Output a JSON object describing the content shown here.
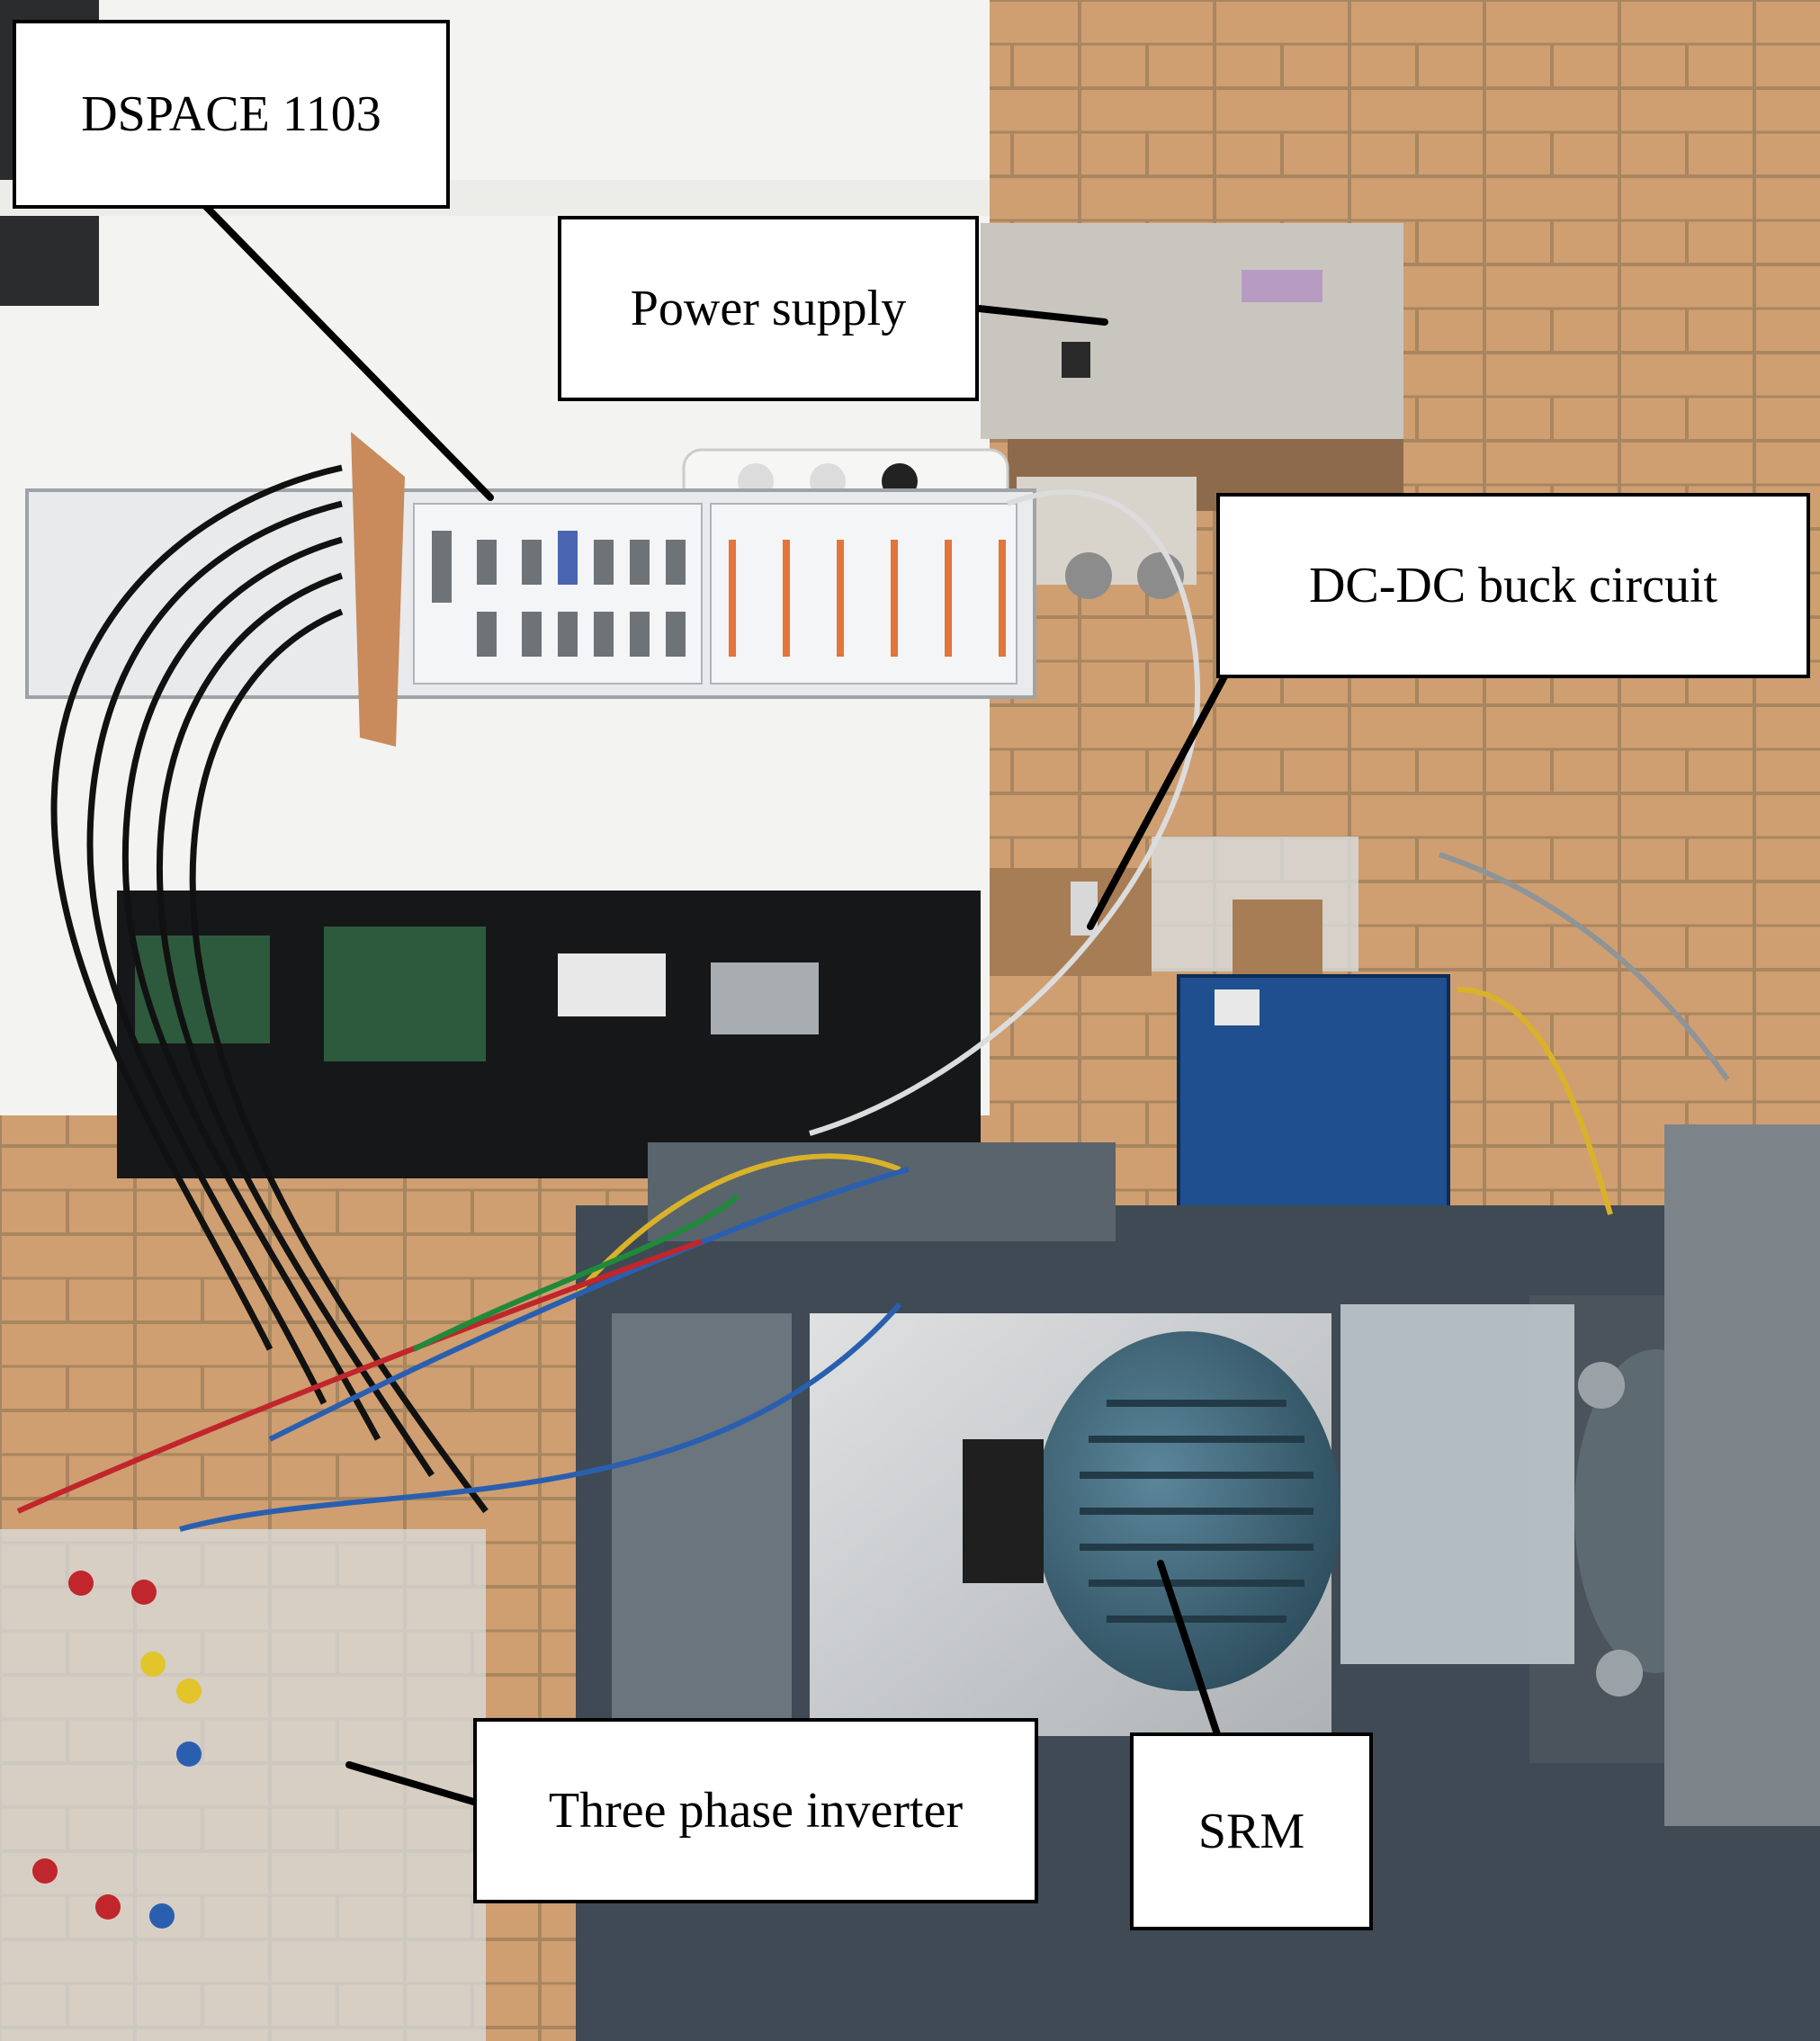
{
  "figure": {
    "description_type": "annotated photograph of laboratory test bench",
    "colors": {
      "floor_tile": "#cf9f71",
      "grout": "#a88660",
      "white_desk": "#f3f3f1",
      "dspace_panel": "#e8eaec",
      "black_cabinet": "#151719",
      "blue_box": "#1f4f8f",
      "motor": "#3a6478",
      "steel_base": "#3f4a54",
      "aluminum": "#c9ccce",
      "label_border": "#000000"
    }
  },
  "labels": {
    "dspace": "DSPACE 1103",
    "power_supply": "Power supply",
    "dcdc": "DC-DC buck circuit",
    "inverter": "Three phase inverter",
    "srm": "SRM"
  },
  "icons": {
    "dspace": "dspace-board-icon",
    "power_supply": "power-supply-icon",
    "dcdc": "dc-dc-circuit-icon",
    "inverter": "inverter-icon",
    "srm": "motor-icon"
  }
}
